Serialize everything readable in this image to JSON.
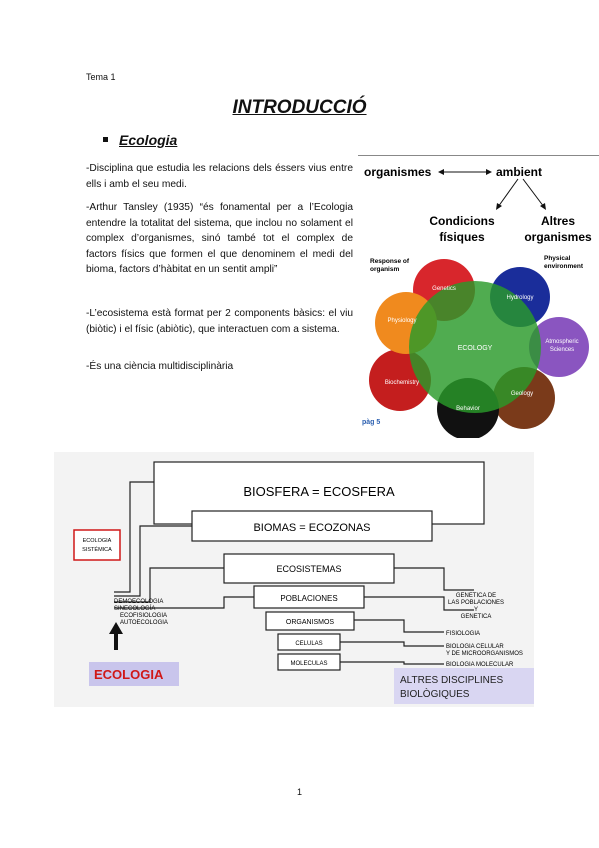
{
  "header": {
    "tema": "Tema 1"
  },
  "title": "INTRODUCCIÓ",
  "section": {
    "heading": "Ecologia"
  },
  "paragraphs": [
    "-Disciplina que estudia les relacions dels éssers vius entre ells i amb el seu medi.",
    "-Arthur Tansley (1935) “és fonamental per a l’Ecologia entendre la totalitat del sistema, que inclou no solament el complex d’organismes, sinó també tot el complex de factors físics que formen el que denominem el medi del bioma, factors d’hàbitat en un sentit ampli”",
    "-L’ecosistema està format per 2 components bàsics: el viu (biòtic) i el físic (abiòtic), que interactuen com a sistema.",
    "-És una ciència multidisciplinària"
  ],
  "figure1": {
    "organismes": "organismes",
    "ambient": "ambient",
    "condicions": [
      "Condicions",
      "físiques"
    ],
    "altres": [
      "Altres",
      "organismes"
    ]
  },
  "figure2": {
    "response": [
      "Response of",
      "organism"
    ],
    "physical": [
      "Physical",
      "environment"
    ],
    "center": "ECOLOGY",
    "circles": [
      "Genetics",
      "Hydrology",
      "Atmospheric",
      "Sciences",
      "Geology",
      "Behavior",
      "Biochemistry",
      "Physiology"
    ],
    "page_ref": "pàg 5",
    "colors": {
      "genetics": "#d8262c",
      "hydrology": "#1a2d9a",
      "atmospheric": "#8a55c0",
      "geology": "#7a3a1a",
      "behavior": "#111111",
      "biochemistry": "#c41e1e",
      "physiology": "#f08a1e",
      "center": "#2a9a2a"
    }
  },
  "figure3": {
    "levels": [
      "BIOSFERA = ECOSFERA",
      "BIOMAS = ECOZONAS",
      "ECOSISTEMAS",
      "POBLACIONES",
      "ORGANISMOS",
      "CELULAS",
      "MOLECULAS"
    ],
    "ecologia_sistemica": [
      "ECOLOGIA",
      "SISTÉMICA"
    ],
    "left_labels": [
      "DEMOECOLOGIA",
      "SINECOLOGÍA",
      "ECOFISIOLOGIA",
      "AUTOECOLOGIA"
    ],
    "right_labels": [
      "GENETICA DE",
      "LAS POBLACIONES",
      "Y",
      "GENETICA",
      "FISIOLOGIA",
      "BIOLOGIA CELULAR",
      "Y DE MICROORGANISMOS",
      "BIOLOGIA MOLECULAR"
    ],
    "ecologia": "ECOLOGIA",
    "altres": [
      "ALTRES DISCIPLINES",
      "BIOLÒGIQUES"
    ]
  },
  "page_number": "1"
}
